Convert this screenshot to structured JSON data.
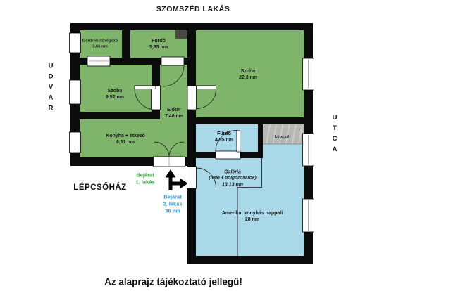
{
  "labels": {
    "neighbor": "SZOMSZÉD LAKÁS",
    "courtyard": "UDVAR",
    "street": "UTCA",
    "stairwell": "LÉPCSŐHÁZ",
    "disclaimer": "Az alaprajz tájékoztató jellegű!"
  },
  "rooms": {
    "gardrob": {
      "name": "Gardrób / Dolgozó",
      "area": "3,66 nm"
    },
    "furdo1": {
      "name": "Fürdő",
      "area": "5,35 nm"
    },
    "szoba_nagy": {
      "name": "Szoba",
      "area": "22,3 nm"
    },
    "szoba_kis": {
      "name": "Szoba",
      "area": "9,52 nm"
    },
    "eloter": {
      "name": "Előtér",
      "area": "7,46 nm"
    },
    "konyha": {
      "name": "Konyha + étkező",
      "area": "6,51 nm"
    },
    "furdo2": {
      "name": "Fürdő",
      "area": "4,95 nm"
    },
    "lepcso": {
      "name": "Lépcső"
    },
    "galeria": {
      "name": "Galéria",
      "sub": "(háló + dolgozósarok)",
      "area": "13,13 nm"
    },
    "nappali": {
      "name": "Amerikai konyhás nappali",
      "area": "28 nm"
    }
  },
  "entrances": {
    "apt1": {
      "line1": "Bejárat",
      "line2": "1. lakás"
    },
    "apt2": {
      "line1": "Bejárat",
      "line2": "2. lakás",
      "line3": "36 nm"
    }
  },
  "colors": {
    "apt1": "#7eb56b",
    "apt2": "#a9d9e9",
    "stairs": "#b6b6b4",
    "wall": "#0b0b0b",
    "ent1": "#33a83d",
    "ent2": "#2f9ad0",
    "chimney": "#4b4743"
  }
}
